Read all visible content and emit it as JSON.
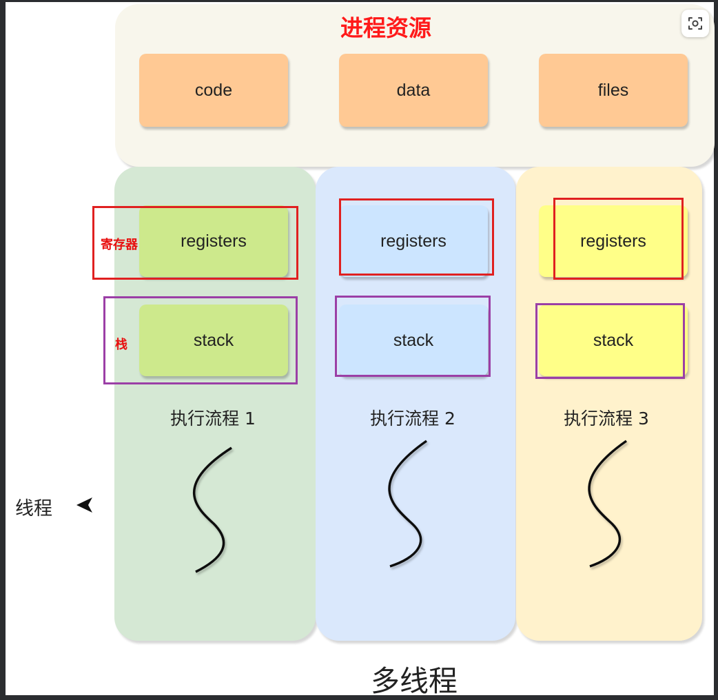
{
  "diagram": {
    "title": "进程资源",
    "process_resources": [
      {
        "label": "code"
      },
      {
        "label": "data"
      },
      {
        "label": "files"
      }
    ],
    "threads": [
      {
        "registers_label": "registers",
        "stack_label": "stack",
        "flow_label": "执行流程 1"
      },
      {
        "registers_label": "registers",
        "stack_label": "stack",
        "flow_label": "执行流程 2"
      },
      {
        "registers_label": "registers",
        "stack_label": "stack",
        "flow_label": "执行流程 3"
      }
    ],
    "annotations": {
      "registers_note": "寄存器",
      "stack_note": "栈",
      "thread_label": "线程"
    },
    "caption": "多线程"
  },
  "colors": {
    "process_panel_bg": "#f8f6ec",
    "resource_box": "#ffc994",
    "thread_columns": [
      "#d5e8d4",
      "#dae8fc",
      "#fff2cc"
    ],
    "thread_boxes": [
      "#cde98c",
      "#cce5ff",
      "#ffff88"
    ],
    "title_red": "#ff1a1a",
    "highlight_red": "#e02020",
    "highlight_purple": "#9b3fa6",
    "annotation_red": "#e81010"
  },
  "toolbar": {
    "view_button_icon": "focus-view-icon"
  }
}
